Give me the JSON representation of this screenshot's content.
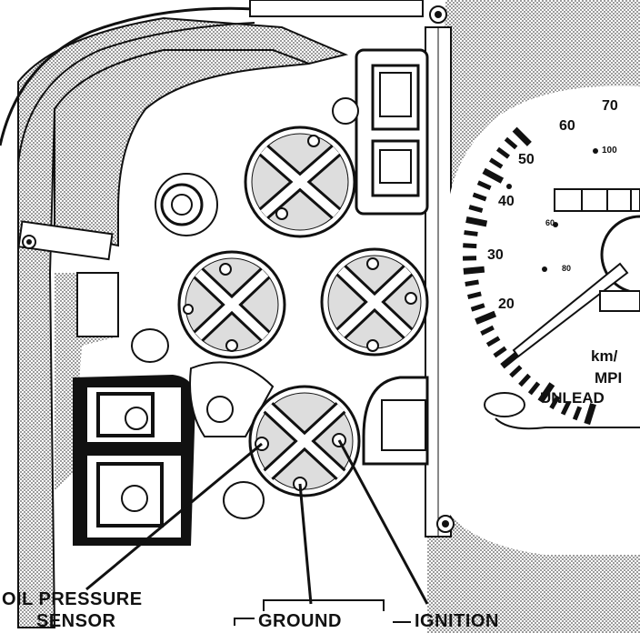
{
  "speedometer": {
    "kmh_marks": [
      "100",
      "80",
      "60",
      "40"
    ],
    "mph_marks": [
      "70",
      "60",
      "50",
      "40",
      "30",
      "20"
    ],
    "units_top": "km/",
    "units_mid": "MPI",
    "fuel_note": "UNLEAD"
  },
  "callouts": {
    "oil_pressure_line1": "OIL PRESSURE",
    "oil_pressure_line2": "SENSOR",
    "ground": "GROUND",
    "ignition": "IGNITION"
  },
  "colors": {
    "ink": "#111111",
    "stipple": "#8a8a8a",
    "paper": "#ffffff"
  }
}
